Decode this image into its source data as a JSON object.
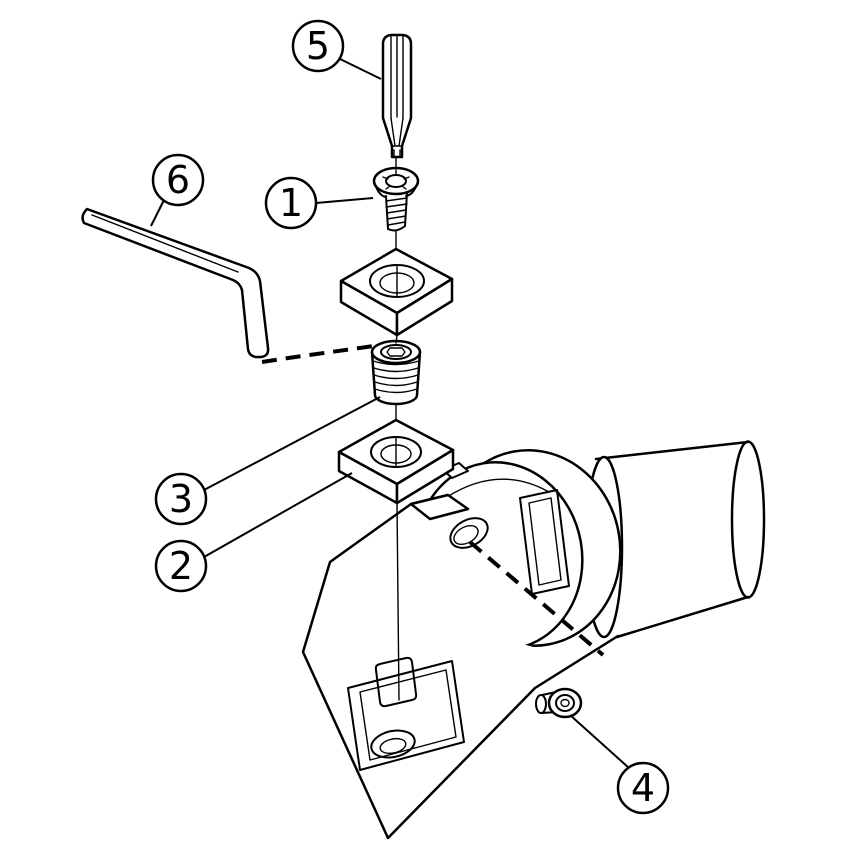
{
  "figure": {
    "type": "exploded-assembly-diagram",
    "callouts": [
      {
        "label": "1"
      },
      {
        "label": "2"
      },
      {
        "label": "3"
      },
      {
        "label": "4"
      },
      {
        "label": "5"
      },
      {
        "label": "6"
      }
    ]
  },
  "colors": {
    "line": "#000000",
    "background": "#ffffff"
  }
}
